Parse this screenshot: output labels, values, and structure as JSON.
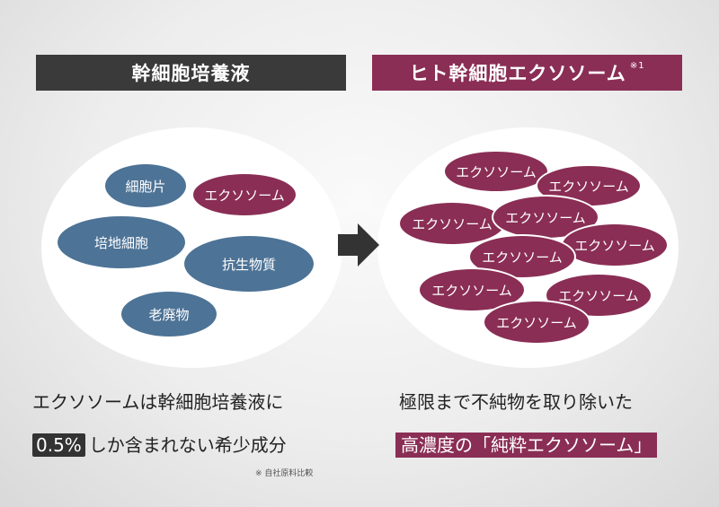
{
  "headers": {
    "left": "幹細胞培養液",
    "right": "ヒト幹細胞エクソソーム",
    "right_note": "※1"
  },
  "left_panel": {
    "items": [
      "細胞片",
      "エクソソーム",
      "培地細胞",
      "抗生物質",
      "老廃物"
    ]
  },
  "right_panel": {
    "items": [
      "エクソソーム",
      "エクソソーム",
      "エクソソーム",
      "エクソソーム",
      "エクソソーム",
      "エクソソーム",
      "エクソソーム",
      "エクソソーム",
      "エクソソーム"
    ]
  },
  "captions": {
    "left_line1": "エクソソームは幹細胞培養液に",
    "left_highlight": "0.5%",
    "left_line2_rest": "しか含まれない希少成分",
    "left_note": "※ 自社原料比較",
    "right_line1": "極限まで不純物を取り除いた",
    "right_line2": "高濃度の「純粋エクソソーム」"
  },
  "colors": {
    "dark": "#3a3a3a",
    "wine": "#8a2e55",
    "blue": "#4d7396"
  }
}
